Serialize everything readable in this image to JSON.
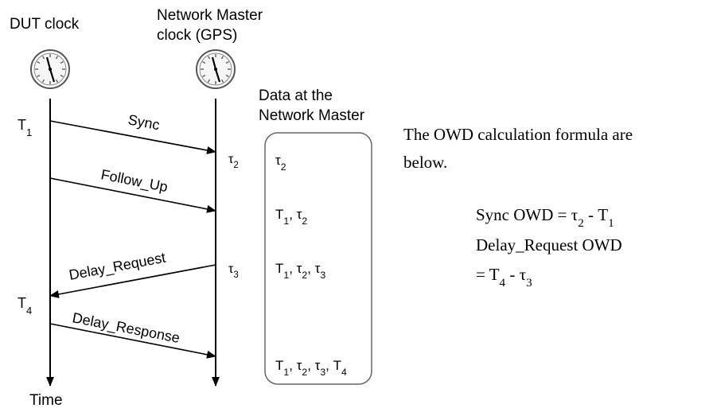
{
  "headers": {
    "dut_clock": "DUT clock",
    "master_line1": "Network Master",
    "master_line2": "clock (GPS)",
    "data_line1": "Data at the",
    "data_line2": "Network Master",
    "time_label": "Time"
  },
  "left_timestamps": [
    {
      "base": "T",
      "sub": "1"
    },
    {
      "base": "T",
      "sub": "4"
    }
  ],
  "right_timestamps": [
    {
      "base": "τ",
      "sub": "2"
    },
    {
      "base": "τ",
      "sub": "3"
    }
  ],
  "messages": [
    "Sync",
    "Follow_Up",
    "Delay_Request",
    "Delay_Response"
  ],
  "data_box_entries": [
    [
      {
        "base": "τ",
        "sub": "2"
      }
    ],
    [
      {
        "base": "T",
        "sub": "1"
      },
      {
        "base": "τ",
        "sub": "2"
      }
    ],
    [
      {
        "base": "T",
        "sub": "1"
      },
      {
        "base": "τ",
        "sub": "2"
      },
      {
        "base": "τ",
        "sub": "3"
      }
    ],
    [
      {
        "base": "T",
        "sub": "1"
      },
      {
        "base": "τ",
        "sub": "2"
      },
      {
        "base": "τ",
        "sub": "3"
      },
      {
        "base": "T",
        "sub": "4"
      }
    ]
  ],
  "formula": {
    "intro_line1": "The OWD calculation formula are",
    "intro_line2": "below.",
    "sync_owd": [
      {
        "text": "Sync OWD = "
      },
      {
        "text": "τ",
        "sub": "2"
      },
      {
        "text": " - "
      },
      {
        "text": "T",
        "sub": "1"
      }
    ],
    "delay_req_label": "Delay_Request OWD",
    "delay_req_owd": [
      {
        "text": "= "
      },
      {
        "text": "T",
        "sub": "4"
      },
      {
        "text": " - "
      },
      {
        "text": "τ",
        "sub": "3"
      }
    ]
  },
  "colors": {
    "line": "#000000",
    "box_stroke": "#666666"
  }
}
